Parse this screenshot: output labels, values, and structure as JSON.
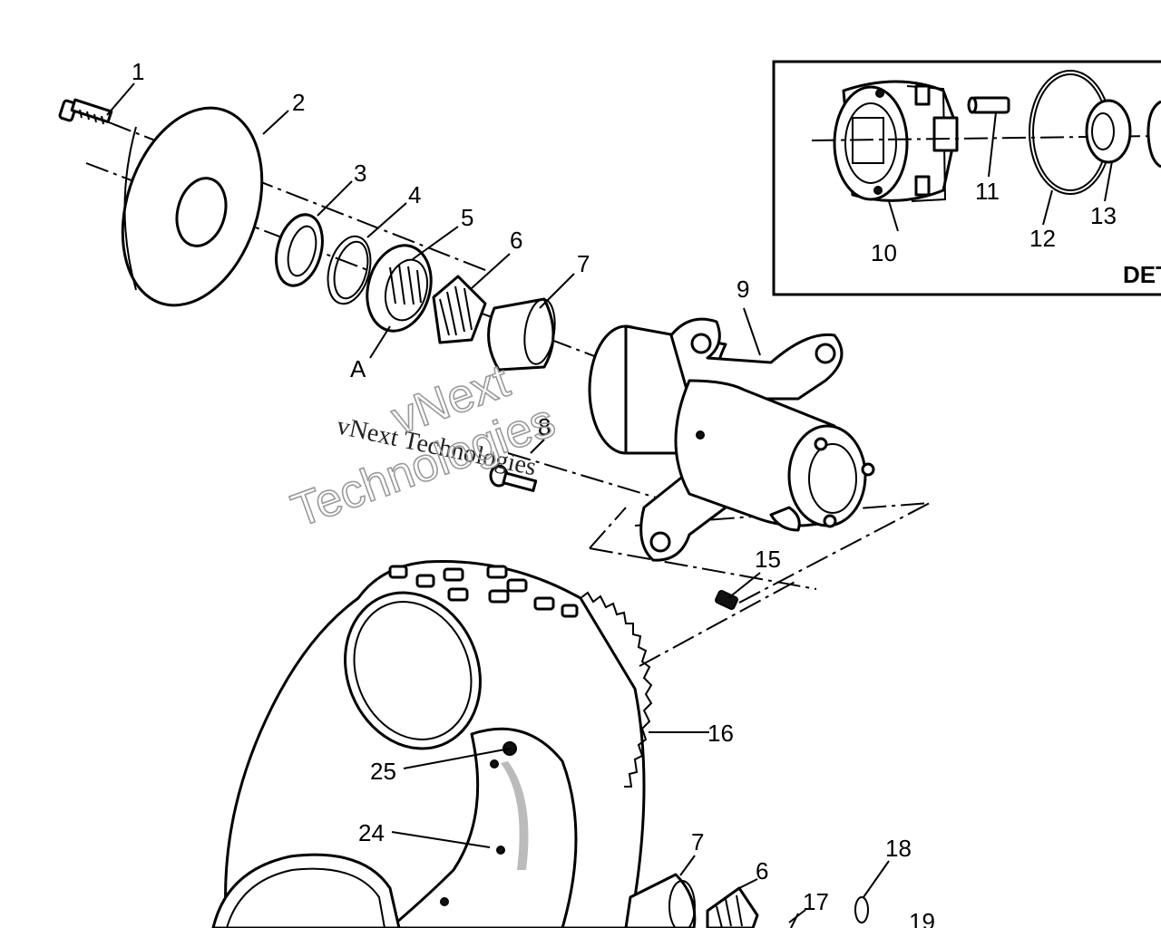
{
  "callouts": {
    "c1": "1",
    "c2": "2",
    "c3": "3",
    "c4": "4",
    "c5": "5",
    "c6": "6",
    "c7": "7",
    "c8": "8",
    "c9": "9",
    "c10": "10",
    "c11": "11",
    "c12": "12",
    "c13": "13",
    "c15": "15",
    "c16": "16",
    "c17": "17",
    "c18": "18",
    "c19": "19",
    "c24": "24",
    "c25": "25",
    "c6b": "6",
    "c7b": "7",
    "ref_a": "A"
  },
  "detail_box": {
    "label": "DET"
  },
  "watermark": {
    "line1": "vNext Technologies",
    "line2_a": "vNext",
    "line2_b": "Technologies"
  }
}
